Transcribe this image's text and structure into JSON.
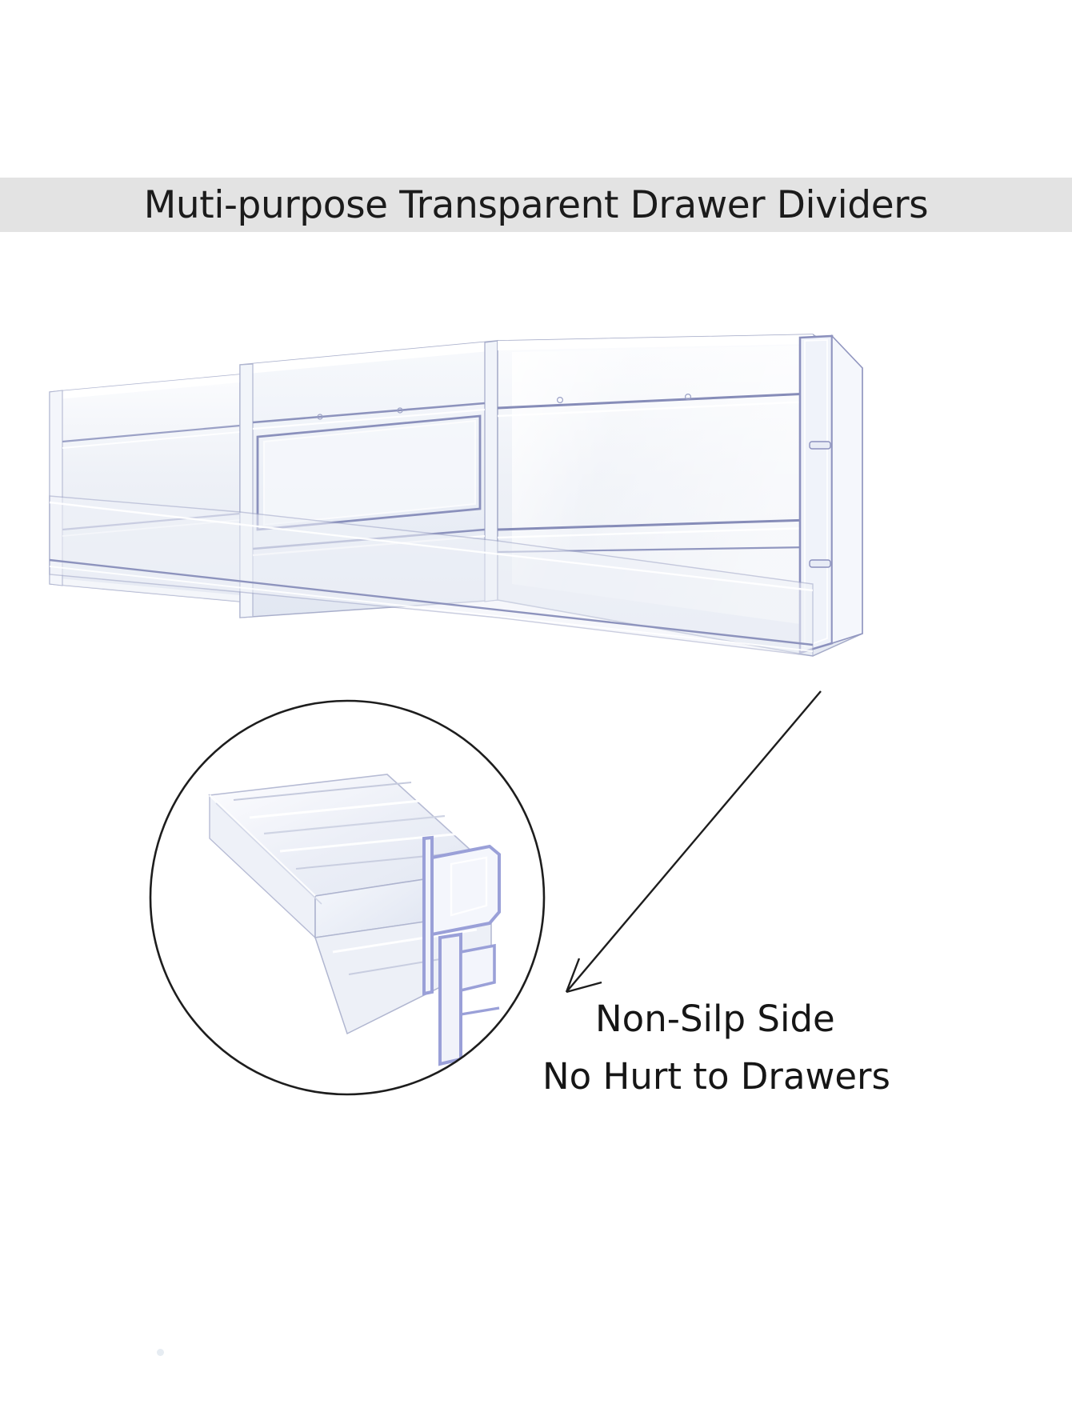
{
  "page": {
    "background_color": "#ffffff"
  },
  "banner": {
    "title": "Muti-purpose Transparent Drawer Dividers",
    "background_color": "#e3e3e3",
    "text_color": "#1b1b1b"
  },
  "product": {
    "name": "transparent-drawer-dividers",
    "description": "Stack of clear acrylic expandable drawer divider panels shown in perspective",
    "material_tint": "#eef1f7",
    "edge_color": "#8b90bd",
    "highlight_color": "#ffffff",
    "panel_count": 3
  },
  "detail_inset": {
    "name": "non-slip-edge-closeup",
    "shape": "circle",
    "outline_color": "#1d1d1d",
    "subject": "T-profile non-slip bottom edge of divider",
    "accent_color": "#9aa0d8"
  },
  "callout": {
    "arrow_color": "#1d1d1d",
    "points_from": "product right end",
    "points_to": "detail circle"
  },
  "caption": {
    "line1": "Non-Silp Side",
    "line2": "No Hurt to Drawers",
    "text_color": "#161616"
  }
}
